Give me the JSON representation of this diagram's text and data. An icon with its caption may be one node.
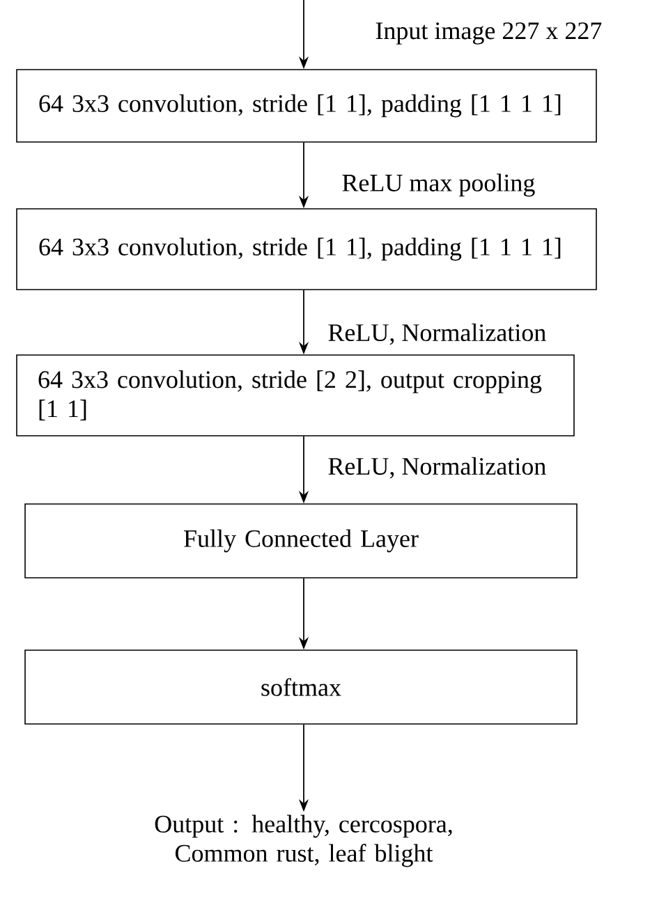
{
  "diagram": {
    "nodes": [
      {
        "text": [
          "64 3x3 convolution, stride [1 1], padding [1 1 1 1]"
        ]
      },
      {
        "text": [
          "64 3x3 convolution, stride [1 1], padding [1 1 1 1]"
        ]
      },
      {
        "text": [
          "64 3x3 convolution, stride [2 2], output cropping  [1 1]"
        ]
      },
      {
        "text": [
          "Fully Connected Layer"
        ]
      },
      {
        "text": [
          "softmax"
        ]
      },
      {
        "text": [
          "Output : healthy, cercospora, Common rust, leaf blight"
        ]
      }
    ],
    "edges": [
      {
        "from": null,
        "to": 0,
        "arrow": "to",
        "label": "Input image 227 x 227"
      },
      {
        "from": 0,
        "to": 1,
        "arrow": "to",
        "label": "ReLU  max pooling"
      },
      {
        "from": 1,
        "to": 2,
        "arrow": "to",
        "label": "ReLU, Normalization"
      },
      {
        "from": 2,
        "to": 3,
        "arrow": "to",
        "label": "ReLU, Normalization"
      },
      {
        "from": 3,
        "to": 4,
        "arrow": "to"
      },
      {
        "from": 4,
        "to": 5,
        "arrow": "to"
      }
    ]
  }
}
